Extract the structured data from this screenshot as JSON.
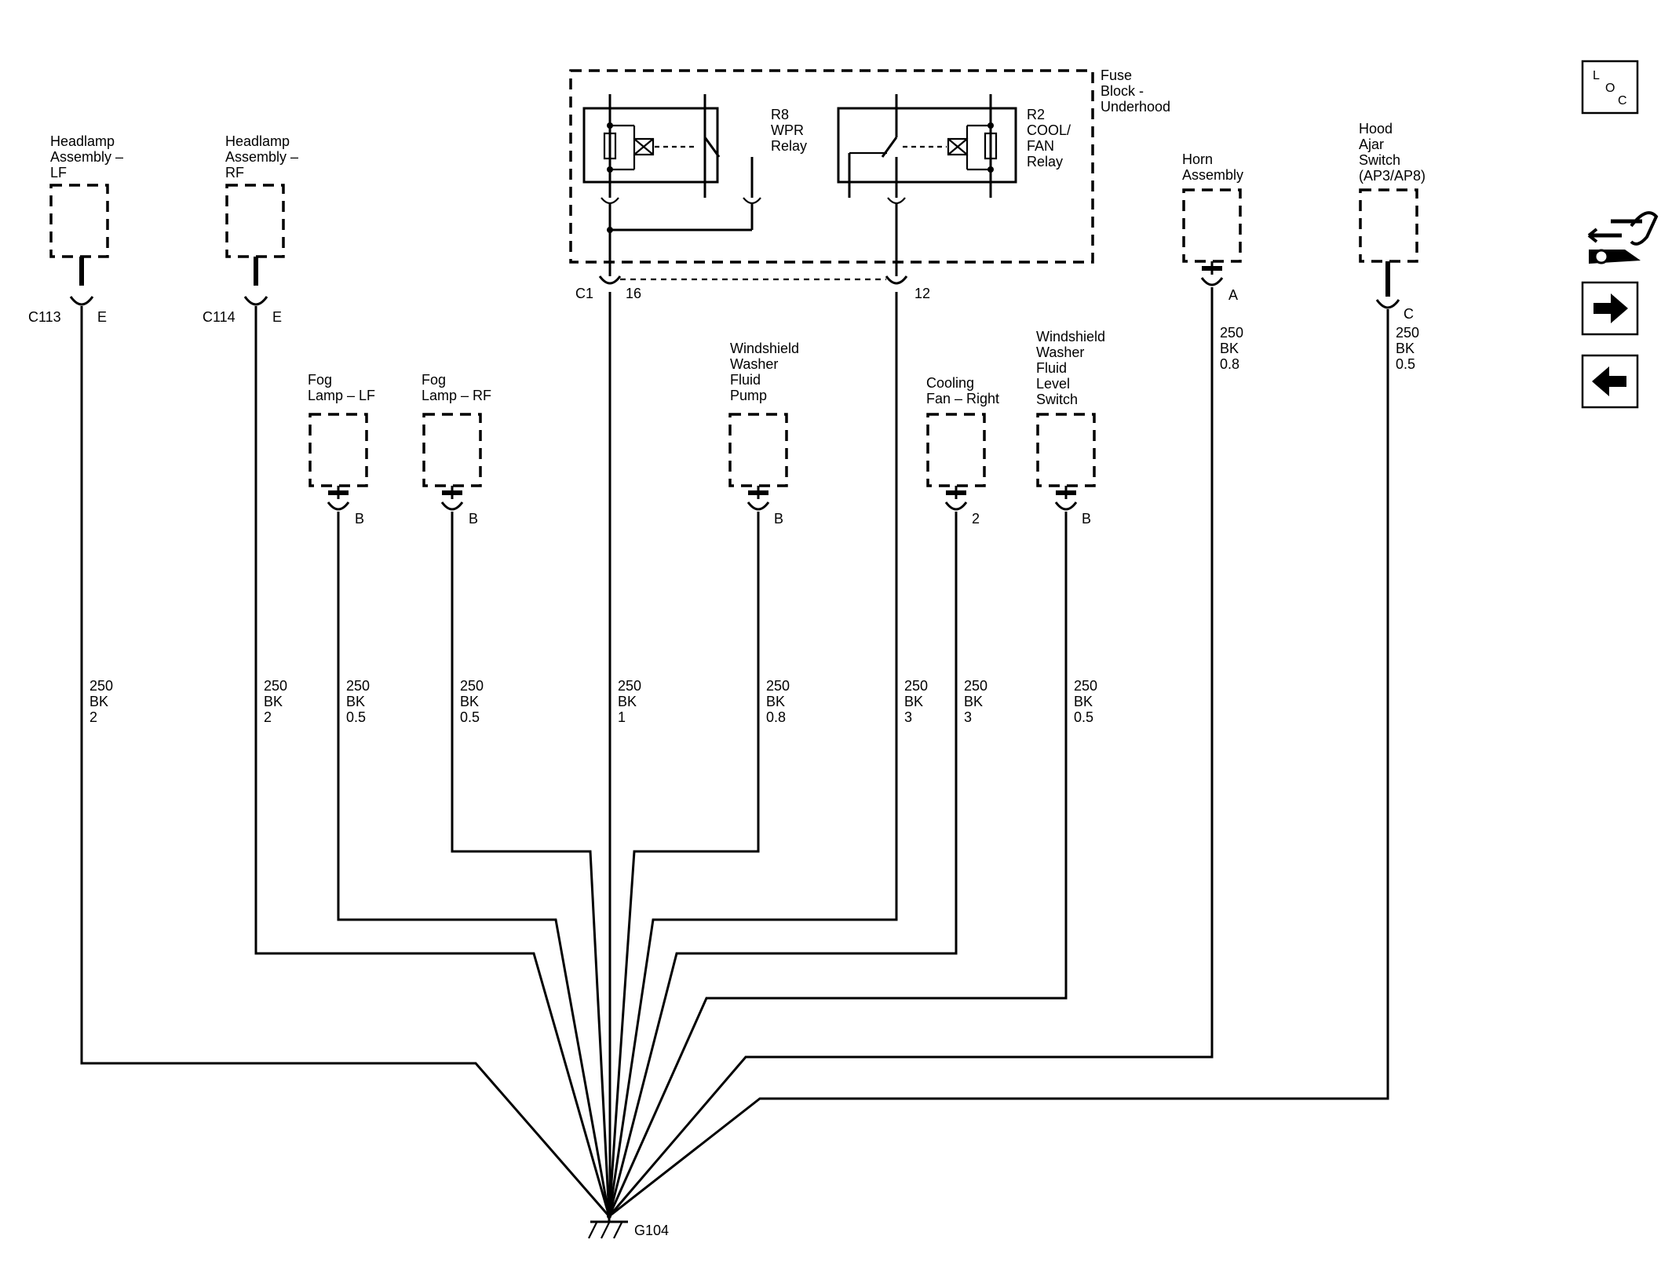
{
  "fuse_block": {
    "label": [
      "Fuse",
      "Block -",
      "Underhood"
    ]
  },
  "relays": {
    "r8": [
      "R8",
      "WPR",
      "Relay"
    ],
    "r2": [
      "R2",
      "COOL/",
      "FAN",
      "Relay"
    ]
  },
  "fuse_connector": {
    "name": "C1",
    "pin_a": "16",
    "pin_b": "12"
  },
  "components": {
    "headlamp_lf": {
      "label": [
        "Headlamp",
        "Assembly –",
        "LF"
      ],
      "connector": "C113",
      "pin": "E"
    },
    "headlamp_rf": {
      "label": [
        "Headlamp",
        "Assembly –",
        "RF"
      ],
      "connector": "C114",
      "pin": "E"
    },
    "fog_lf": {
      "label": [
        "Fog",
        "Lamp – LF"
      ],
      "pin": "B"
    },
    "fog_rf": {
      "label": [
        "Fog",
        "Lamp – RF"
      ],
      "pin": "B"
    },
    "washer_pump": {
      "label": [
        "Windshield",
        "Washer",
        "Fluid",
        "Pump"
      ],
      "pin": "B"
    },
    "cooling_fan": {
      "label": [
        "Cooling",
        "Fan – Right"
      ],
      "pin": "2"
    },
    "washer_switch": {
      "label": [
        "Windshield",
        "Washer",
        "Fluid",
        "Level",
        "Switch"
      ],
      "pin": "B"
    },
    "horn": {
      "label": [
        "Horn",
        "Assembly"
      ],
      "pin": "A"
    },
    "hood_ajar": {
      "label": [
        "Hood",
        "Ajar",
        "Switch",
        "(AP3/AP8)"
      ],
      "pin": "C"
    }
  },
  "wires": {
    "w1": [
      "250",
      "BK",
      "2"
    ],
    "w2": [
      "250",
      "BK",
      "2"
    ],
    "w3": [
      "250",
      "BK",
      "0.5"
    ],
    "w4": [
      "250",
      "BK",
      "0.5"
    ],
    "w5": [
      "250",
      "BK",
      "1"
    ],
    "w6": [
      "250",
      "BK",
      "0.8"
    ],
    "w7": [
      "250",
      "BK",
      "3"
    ],
    "w8": [
      "250",
      "BK",
      "3"
    ],
    "w9": [
      "250",
      "BK",
      "0.5"
    ],
    "w10": [
      "250",
      "BK",
      "0.8"
    ],
    "w11": [
      "250",
      "BK",
      "0.5"
    ]
  },
  "ground": {
    "label": "G104"
  },
  "nav": {
    "loc": {
      "letters": [
        "L",
        "O",
        "C"
      ]
    },
    "tool_icon": "wrench-hand-icon",
    "next_icon": "arrow-right-icon",
    "prev_icon": "arrow-left-icon"
  }
}
